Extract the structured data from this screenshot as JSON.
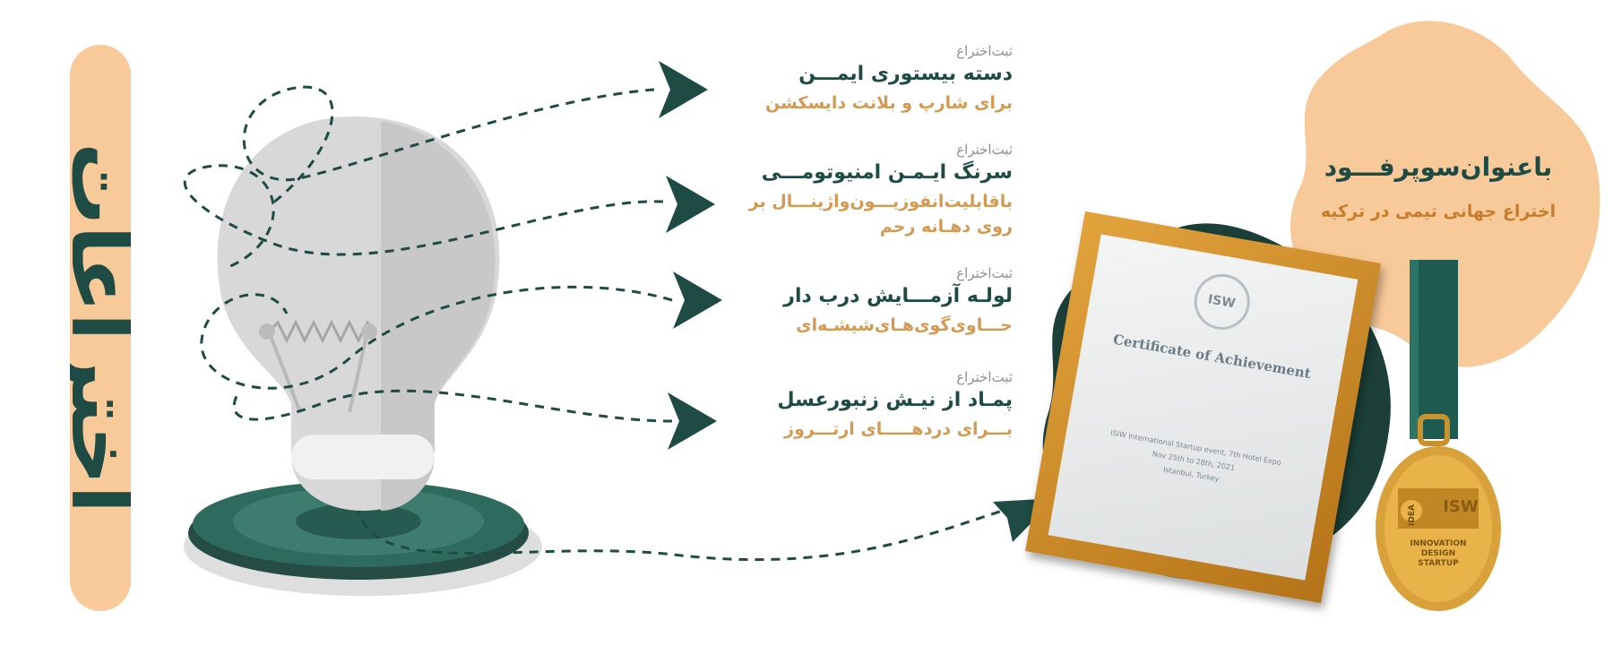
{
  "page": {
    "title": "اختراعات"
  },
  "inventions": [
    {
      "tag": "ثبت‌اختراع",
      "name": "دسته بیستوری ایمـــن",
      "sub": "برای شارپ و بلانت دایسکشن"
    },
    {
      "tag": "ثبت‌اختراع",
      "name": "سرنگ ایـمـن امنیوتومـــی",
      "sub": "باقابلیت‌انفوزیـــون‌واژینـــال بر روی دهـانه رحم"
    },
    {
      "tag": "ثبت‌اختراع",
      "name": "لولـه آزمـــایش درب دار",
      "sub": "حـــاوی‌گوی‌هـای‌شیشـه‌ای"
    },
    {
      "tag": "ثبت‌اختراع",
      "name": "پمـاد از نیـش زنبورعسل",
      "sub": "بـــرای دردهـــــای ارتـــروز"
    }
  ],
  "award": {
    "title": "باعنوان‌سوپرفـــود",
    "subtitle": "اختراع جهانی تیمی در ترکیه"
  },
  "certificate": {
    "title": "Certificate of Achievement",
    "seal": "ISW",
    "event": "ISIW International Startup event, 7th Hotel Expo",
    "dates": "Nov 25th to 28th, 2021",
    "location": "Istanbul, Turkey"
  },
  "medal": {
    "brand": "ISW",
    "side_text": "IDEA",
    "line1": "INNOVATION",
    "line2": "DESIGN",
    "line3": "STARTUP"
  },
  "colors": {
    "dark_green": "#1f4b45",
    "orange": "#d49a54",
    "peach": "#f8c999",
    "gold": "#d9a13a"
  }
}
